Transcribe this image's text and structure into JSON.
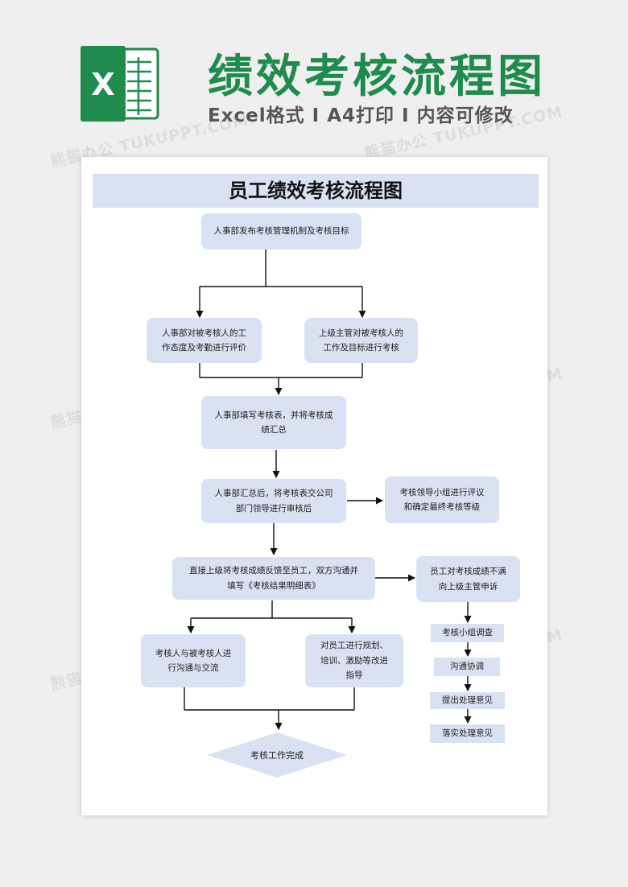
{
  "header": {
    "logo_letter": "X",
    "title": "绩效考核流程图",
    "subtitle": "Excel格式 I A4打印 I 内容可修改",
    "brand_color": "#1f8b4c"
  },
  "watermark": {
    "text": "熊猫办公 TUKUPPT.COM"
  },
  "document": {
    "title": "员工绩效考核流程图",
    "box_color": "#d9e2f2",
    "nodes": {
      "n1": "人事部发布考核管理机制及考核目标",
      "n2": [
        "人事部对被考核人的工",
        "作态度及考勤进行评价"
      ],
      "n3": [
        "上级主管对被考核人的",
        "工作及目标进行考核"
      ],
      "n4": [
        "人事部填写考核表，并将考核成",
        "绩汇总"
      ],
      "n5": [
        "人事部汇总后，将考核表交公司",
        "部门领导进行审核后"
      ],
      "n6": [
        "考核领导小组进行评议",
        "和确定最终考核等级"
      ],
      "n7": [
        "直接上级将考核成绩反馈至员工，双方沟通并",
        "填写《考核结果明细表》"
      ],
      "n8": [
        "员工对考核成绩不满",
        "向上级主管申诉"
      ],
      "n9": [
        "考核人与被考核人进",
        "行沟通与交流"
      ],
      "n10": [
        "对员工进行规划、",
        "培训、激励等改进",
        "指导"
      ],
      "n11": "考核工作完成",
      "s1": "考核小组调查",
      "s2": "沟通协调",
      "s3": "提出处理意见",
      "s4": "落实处理意见"
    }
  }
}
